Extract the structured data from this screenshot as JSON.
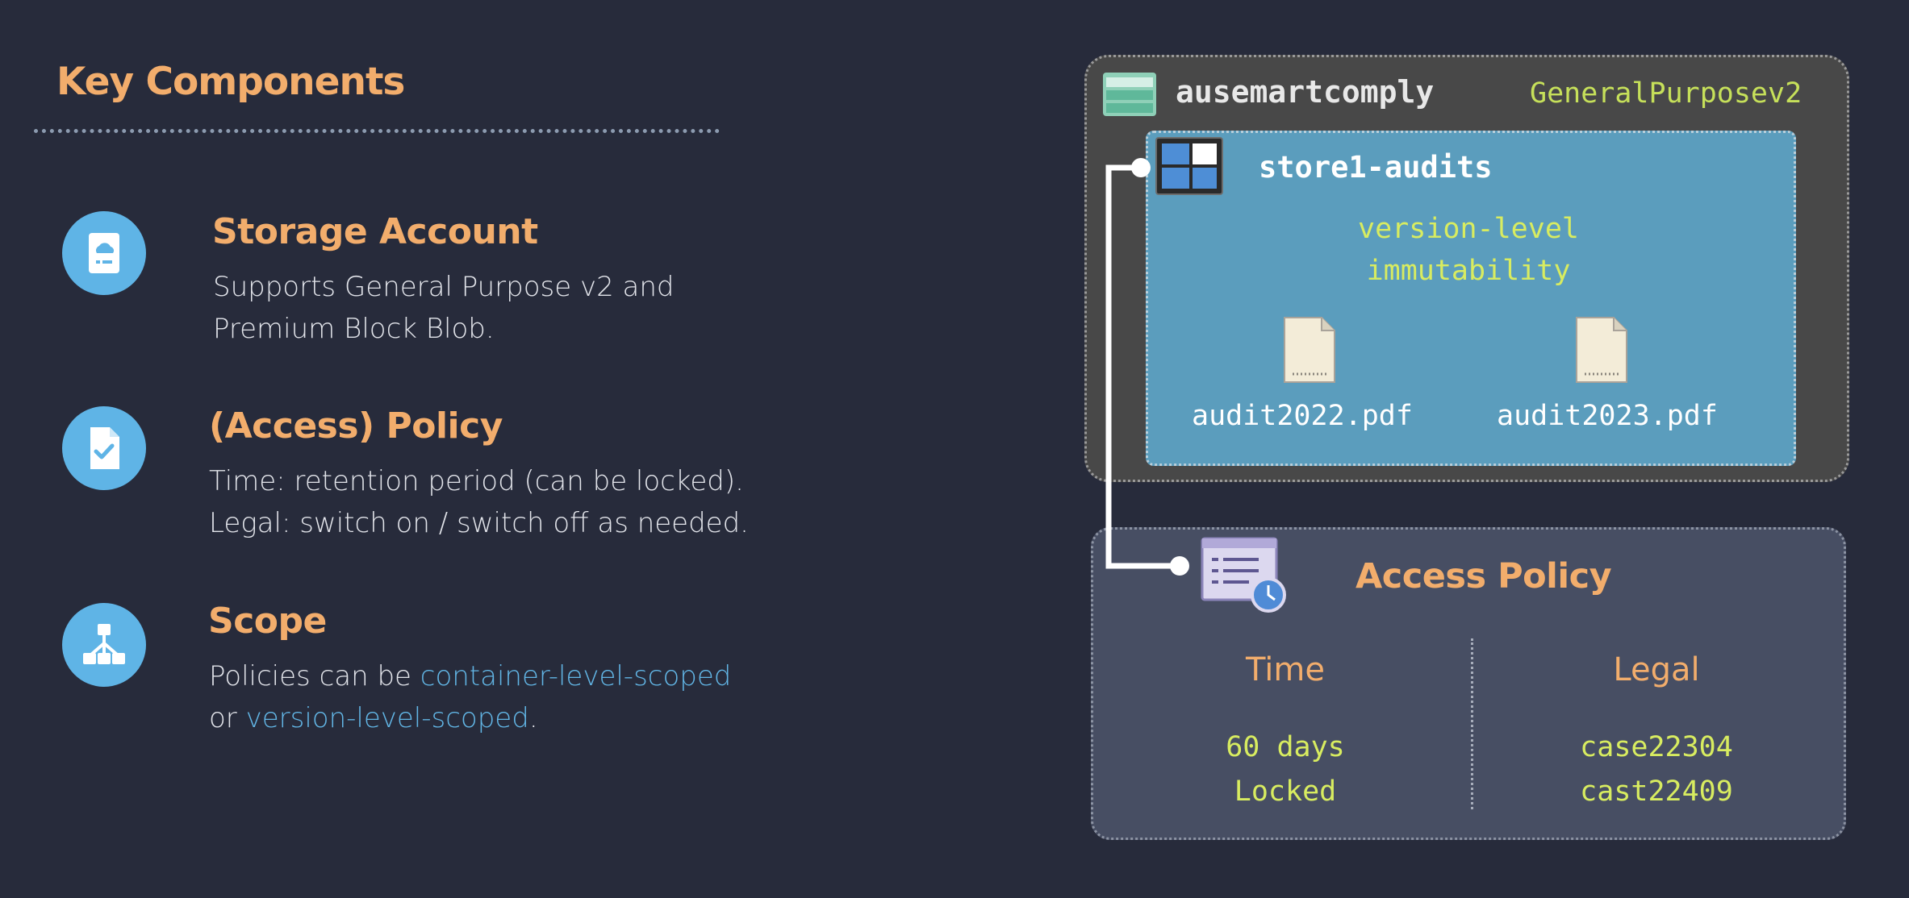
{
  "left": {
    "title": "Key Components",
    "items": [
      {
        "title": "Storage Account",
        "lines": [
          "Supports General Purpose v2 and",
          "Premium Block Blob."
        ],
        "icon": "storage-account-icon"
      },
      {
        "title": "(Access) Policy",
        "lines": [
          "Time: retention period (can be locked).",
          "Legal: switch on / switch off as needed."
        ],
        "icon": "policy-document-icon"
      },
      {
        "title": "Scope",
        "line1_prefix": "Policies can be ",
        "line1_highlight": "container-level-scoped",
        "line2_prefix": "or ",
        "line2_highlight": "version-level-scoped",
        "line2_suffix": ".",
        "icon": "hierarchy-icon"
      }
    ]
  },
  "diagram": {
    "account_name": "ausemartcomply",
    "account_kind": "GeneralPurposev2",
    "container_name": "store1-audits",
    "container_note_line1": "version-level",
    "container_note_line2": "immutability",
    "files": [
      "audit2022.pdf",
      "audit2023.pdf"
    ],
    "policy": {
      "title": "Access Policy",
      "time_header": "Time",
      "time_values": [
        "60 days",
        "Locked"
      ],
      "legal_header": "Legal",
      "legal_values": [
        "case22304",
        "cast22409"
      ]
    }
  },
  "colors": {
    "background": "#272b3b",
    "accent_orange": "#f2ad6c",
    "accent_blue": "#62b6e6",
    "accent_yellow_green": "#d8ec60",
    "container_blue": "#5b9dbd"
  }
}
